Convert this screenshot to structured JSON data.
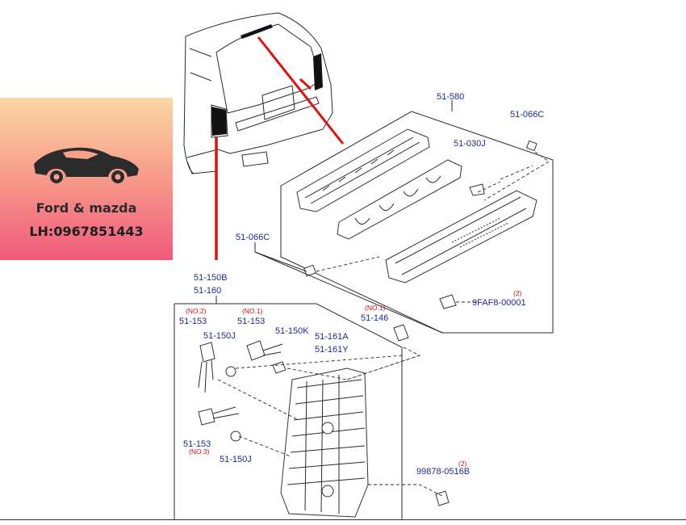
{
  "promo": {
    "title": "Ford & mazda",
    "phone": "LH:0967851443"
  },
  "parts": {
    "p_51_580": "51-580",
    "p_51_066c_top": "51-066C",
    "p_51_030j": "51-030J",
    "p_51_066c_left": "51-066C",
    "p_9faf8": "9FAF8-00001",
    "p_9faf8_note": "(2)",
    "p_51_150b": "51-150B",
    "p_51_160": "51-160",
    "p_no2_note": "(NO.2)",
    "p_51_153_a": "51-153",
    "p_no1_note": "(NO.1)",
    "p_51_153_b": "51-153",
    "p_no1_note_146": "(NO.1)",
    "p_51_146": "51-146",
    "p_51_150j_a": "51-150J",
    "p_51_150k": "51-150K",
    "p_51_161a": "51-161A",
    "p_51_161y": "51-161Y",
    "p_51_153_c": "51-153",
    "p_no3_note": "(NO.3)",
    "p_51_150j_b": "51-150J",
    "p_99878": "99878-0516B",
    "p_99878_note": "(2)"
  },
  "colors": {
    "callout_line": "#e01010",
    "part_number_text": "#1f2a8c",
    "note_text": "#d01010",
    "promo_gradient": [
      "#fbd7a6",
      "#f7a08a",
      "#f05a7c"
    ]
  }
}
